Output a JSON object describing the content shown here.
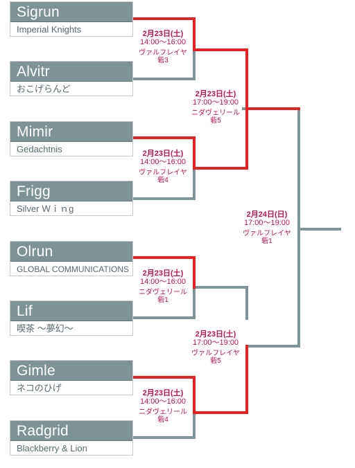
{
  "teams": [
    {
      "name": "Sigrun",
      "sub": "Imperial Knights"
    },
    {
      "name": "Alvitr",
      "sub": "おこげらんど"
    },
    {
      "name": "Mimir",
      "sub": "Gedachtnis"
    },
    {
      "name": "Frigg",
      "sub": "Silver Ｗｉｎg"
    },
    {
      "name": "Olrun",
      "sub": "GLOBAL COMMUNICATIONS"
    },
    {
      "name": "Lif",
      "sub": "喫茶 ～夢幻～"
    },
    {
      "name": "Gimle",
      "sub": "ネコのひげ"
    },
    {
      "name": "Radgrid",
      "sub": "Blackberry & Lion"
    }
  ],
  "matches": [
    {
      "date": "2月23日(土)",
      "time": "14:00～16:00",
      "venue": "ヴァルフレイヤ",
      "court": "砦3"
    },
    {
      "date": "2月23日(土)",
      "time": "14:00～16:00",
      "venue": "ヴァルフレイヤ",
      "court": "砦4"
    },
    {
      "date": "2月23日(土)",
      "time": "14:00～16:00",
      "venue": "ニダヴェリール",
      "court": "砦1"
    },
    {
      "date": "2月23日(土)",
      "time": "14:00～16:00",
      "venue": "ニダヴェリール",
      "court": "砦4"
    },
    {
      "date": "2月23日(土)",
      "time": "17:00～19:00",
      "venue": "ニダヴェリール",
      "court": "砦5"
    },
    {
      "date": "2月23日(土)",
      "time": "17:00～19:00",
      "venue": "ヴァルフレイヤ",
      "court": "砦5"
    },
    {
      "date": "2月24日(日)",
      "time": "17:00～19:00",
      "venue": "ヴァルフレイヤ",
      "court": "砦1"
    }
  ],
  "colors": {
    "winner_line": "#e8201f",
    "bracket_line": "#7d9397",
    "team_header": "#7f9296",
    "match_text": "#c0134a"
  }
}
